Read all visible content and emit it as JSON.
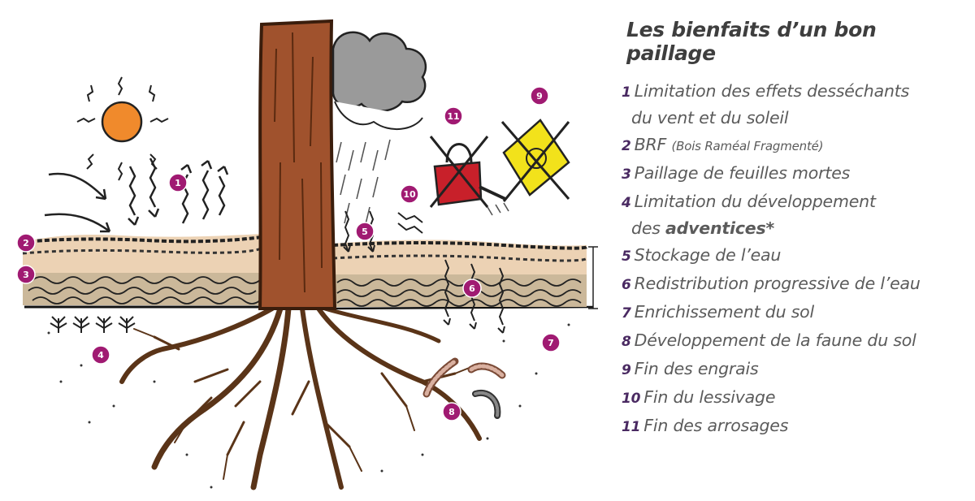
{
  "title": "Les bienfaits d’un bon paillage",
  "legend": [
    {
      "num": "1",
      "text": "Limitation des effets desséchants",
      "text2": "du vent et du soleil"
    },
    {
      "num": "2",
      "text": "BRF",
      "note": "(Bois Raméal Fragmenté)"
    },
    {
      "num": "3",
      "text": "Paillage de feuilles mortes"
    },
    {
      "num": "4",
      "text": "Limitation du développement",
      "text2_pre": "des ",
      "text2_bold": "adventices*"
    },
    {
      "num": "5",
      "text": "Stockage de l’eau"
    },
    {
      "num": "6",
      "text": "Redistribution progressive de l’eau"
    },
    {
      "num": "7",
      "text": "Enrichissement du sol"
    },
    {
      "num": "8",
      "text": "Développement de la faune du sol"
    },
    {
      "num": "9",
      "text": "Fin des engrais"
    },
    {
      "num": "10",
      "text": "Fin du lessivage"
    },
    {
      "num": "11",
      "text": "Fin des arrosages"
    }
  ],
  "markers": [
    "1",
    "2",
    "3",
    "4",
    "5",
    "6",
    "7",
    "8",
    "9",
    "10",
    "11"
  ],
  "colors": {
    "marker": "#a01a72",
    "trunk": "#a0522d",
    "sun": "#f08a2c",
    "mulch": "#e9c8a4",
    "watering_can": "#c8202a",
    "fertilizer_bag": "#f2e21b",
    "cloud": "#9a9a9a"
  }
}
